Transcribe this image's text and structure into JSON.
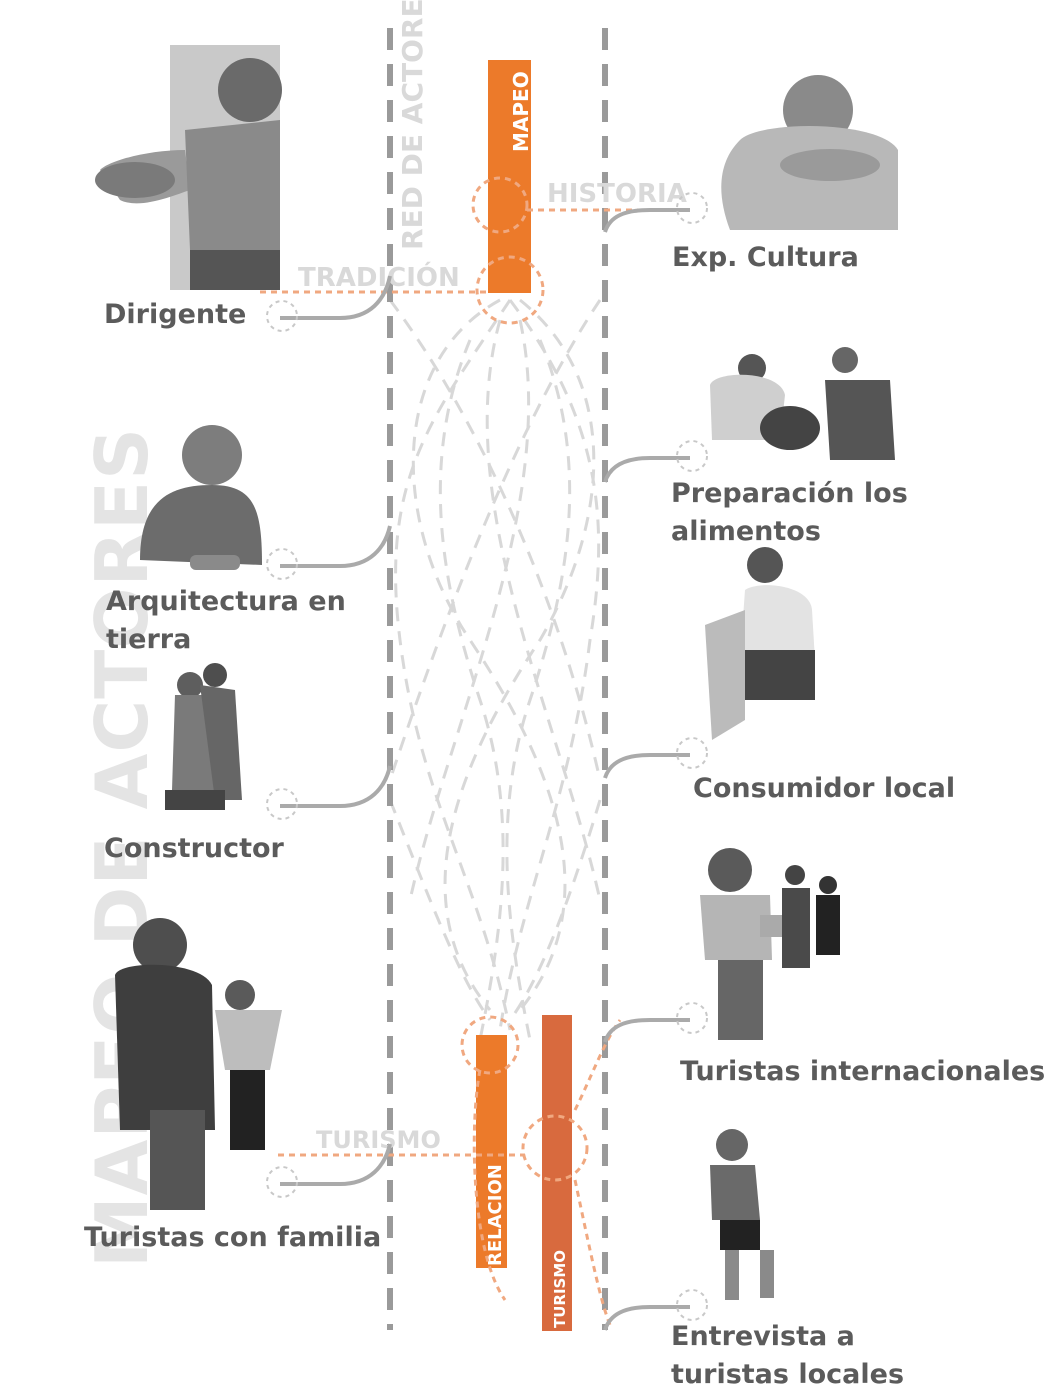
{
  "title": "MAPEO DE ACTORES",
  "network_label": "RED DE ACTORES",
  "bars": {
    "mapeo": "MAPEO",
    "relacion": "RELACION",
    "turismo": "TURISMO"
  },
  "connection_labels": {
    "historia": "HISTORIA",
    "tradicion": "TRADICIÓN",
    "turismo": "TURISMO"
  },
  "actors_left": [
    {
      "label_lines": [
        "Dirigente"
      ]
    },
    {
      "label_lines": [
        "Arquitectura en",
        "tierra"
      ]
    },
    {
      "label_lines": [
        "Constructor"
      ]
    },
    {
      "label_lines": [
        "Turistas con familia"
      ]
    }
  ],
  "actors_right": [
    {
      "label_lines": [
        "Exp. Cultura"
      ]
    },
    {
      "label_lines": [
        "Preparación los",
        "alimentos"
      ]
    },
    {
      "label_lines": [
        "Consumidor local"
      ]
    },
    {
      "label_lines": [
        "Turistas internacionales"
      ]
    },
    {
      "label_lines": [
        "Entrevista a",
        "turistas locales"
      ]
    }
  ],
  "colors": {
    "orange_bar": "#ec7a2a",
    "orange_bar_dark": "#d86a3e",
    "orange_dashed": "#f0a880",
    "gray_dashed": "#d8d8d8",
    "column_dashed": "#9a9a9a",
    "connector": "#aaaaaa",
    "label_text": "#5b5b5b",
    "watermark": "#e4e4e4"
  }
}
